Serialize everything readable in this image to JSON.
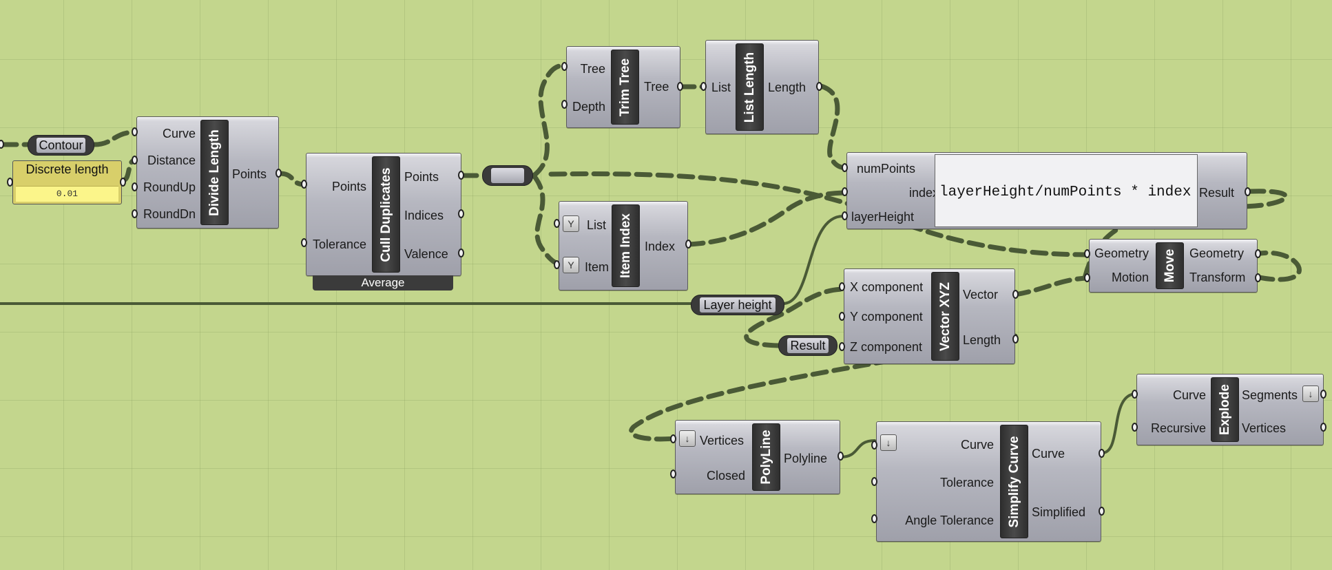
{
  "relays": {
    "contour": "Contour",
    "layer_height": "Layer height",
    "result": "Result",
    "blank": ""
  },
  "slider": {
    "label": "Discrete length",
    "value": "0.01"
  },
  "nodes": {
    "divide_length": {
      "title": "Divide Length",
      "inputs": [
        "Curve",
        "Distance",
        "RoundUp",
        "RoundDn"
      ],
      "outputs": [
        "Points"
      ]
    },
    "cull_duplicates": {
      "title": "Cull Duplicates",
      "inputs": [
        "Points",
        "Tolerance"
      ],
      "outputs": [
        "Points",
        "Indices",
        "Valence"
      ],
      "footer": "Average"
    },
    "trim_tree": {
      "title": "Trim Tree",
      "inputs": [
        "Tree",
        "Depth"
      ],
      "outputs": [
        "Tree"
      ]
    },
    "list_length": {
      "title": "List Length",
      "inputs": [
        "List"
      ],
      "outputs": [
        "Length"
      ]
    },
    "item_index": {
      "title": "Item Index",
      "inputs": [
        "List",
        "Item"
      ],
      "outputs": [
        "Index"
      ]
    },
    "expression": {
      "inputs": [
        "numPoints",
        "index",
        "layerHeight"
      ],
      "expression": "layerHeight/numPoints * index",
      "outputs": [
        "Result"
      ]
    },
    "move": {
      "title": "Move",
      "inputs": [
        "Geometry",
        "Motion"
      ],
      "outputs": [
        "Geometry",
        "Transform"
      ]
    },
    "vector_xyz": {
      "title": "Vector XYZ",
      "inputs": [
        "X component",
        "Y component",
        "Z component"
      ],
      "outputs": [
        "Vector",
        "Length"
      ]
    },
    "polyline": {
      "title": "PolyLine",
      "inputs": [
        "Vertices",
        "Closed"
      ],
      "outputs": [
        "Polyline"
      ]
    },
    "simplify_curve": {
      "title": "Simplify Curve",
      "inputs": [
        "Curve",
        "Tolerance",
        "Angle Tolerance"
      ],
      "outputs": [
        "Curve",
        "Simplified"
      ]
    },
    "explode": {
      "title": "Explode",
      "inputs": [
        "Curve",
        "Recursive"
      ],
      "outputs": [
        "Segments",
        "Vertices"
      ]
    }
  },
  "icons": {
    "flatten": "flatten-icon",
    "graft": "graft-icon",
    "filter": "filter-icon"
  },
  "colors": {
    "canvas": "#c3d68d",
    "wire": "#4a5a36",
    "node": "#b6b7c0",
    "title": "#333333",
    "slider": "#d8cf6a"
  }
}
